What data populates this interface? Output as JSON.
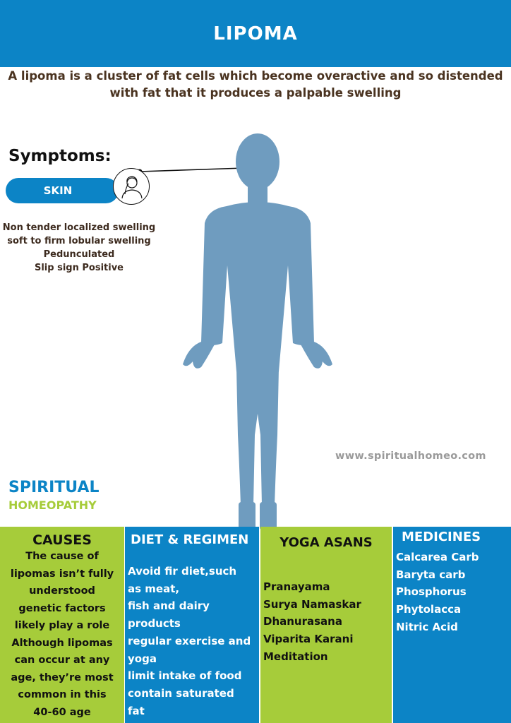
{
  "header": {
    "title": "LIPOMA"
  },
  "intro": {
    "lines": [
      "A lipoma is a cluster of fat cells which become overactive and so distended",
      "with fat that it produces a palpable swelling"
    ]
  },
  "symptoms": {
    "title": "Symptoms:",
    "category": "SKIN",
    "icon": "person-touching-face-icon",
    "items": [
      "Non tender localized swelling",
      "soft to firm lobular  swelling",
      "Pedunculated",
      "Slip sign Positive"
    ]
  },
  "website": "www.spiritualhomeo.com",
  "brand": {
    "line1": "SPIRITUAL",
    "line2": "HOMEOPATHY"
  },
  "colors": {
    "blue": "#0c84c6",
    "green": "#a6cc3a",
    "figure": "#6f9cbf",
    "brown": "#4a3320"
  },
  "columns": {
    "causes": {
      "title": "CAUSES",
      "lines": [
        "The cause of",
        "lipomas isn’t fully",
        "understood",
        "genetic factors",
        "likely play a role",
        "Although lipomas",
        "can occur at any",
        "age, they’re most",
        "common in this",
        "40-60 age"
      ]
    },
    "diet": {
      "title": "DIET & REGIMEN",
      "lines": [
        "Avoid fir diet,such",
        "as meat,",
        "fish and dairy",
        "products",
        "regular exercise and",
        "yoga",
        "limit intake of food",
        "contain saturated",
        "fat"
      ]
    },
    "yoga": {
      "title": "YOGA ASANS",
      "items": [
        "Pranayama",
        "Surya Namaskar",
        "Dhanurasana",
        "Viparita Karani",
        "Meditation"
      ]
    },
    "medicines": {
      "title": "MEDICINES",
      "items": [
        "Calcarea Carb",
        "Baryta carb",
        "Phosphorus",
        "Phytolacca",
        "Nitric Acid"
      ]
    }
  }
}
